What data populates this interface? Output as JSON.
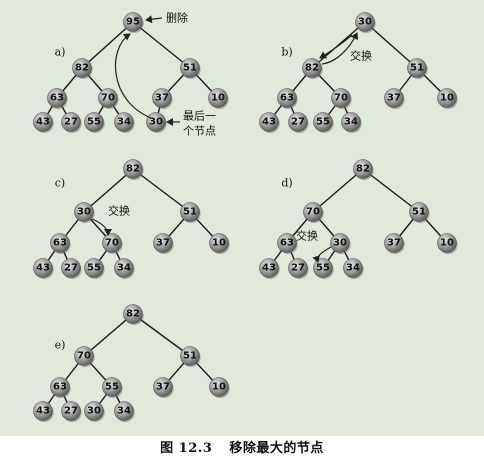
{
  "figure": {
    "caption_number": "图 12.3",
    "caption_text": "移除最大的节点",
    "node_color": "#9a9a9a",
    "panel_color": "#e1e9dc"
  },
  "annotations": {
    "delete": "删除",
    "last_node_line1": "最后一",
    "last_node_line2": "个节点",
    "swap": "交换"
  },
  "panels": [
    {
      "label": "a)",
      "nodes": [
        "95",
        "82",
        "51",
        "63",
        "70",
        "37",
        "10",
        "43",
        "27",
        "55",
        "34",
        "30"
      ]
    },
    {
      "label": "b)",
      "nodes": [
        "30",
        "82",
        "51",
        "63",
        "70",
        "37",
        "10",
        "43",
        "27",
        "55",
        "34"
      ]
    },
    {
      "label": "c)",
      "nodes": [
        "82",
        "30",
        "51",
        "63",
        "70",
        "37",
        "10",
        "43",
        "27",
        "55",
        "34"
      ]
    },
    {
      "label": "d)",
      "nodes": [
        "82",
        "70",
        "51",
        "63",
        "30",
        "37",
        "10",
        "43",
        "27",
        "55",
        "34"
      ]
    },
    {
      "label": "e)",
      "nodes": [
        "82",
        "70",
        "51",
        "63",
        "55",
        "37",
        "10",
        "43",
        "27",
        "30",
        "34"
      ]
    }
  ]
}
